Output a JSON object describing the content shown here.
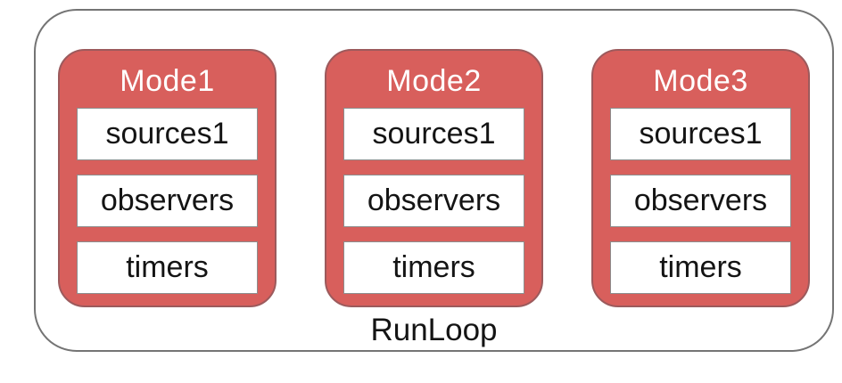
{
  "diagram": {
    "outer": {
      "label": "RunLoop"
    },
    "colors": {
      "mode_fill": "#d85f5c",
      "mode_border": "#9c5a5c",
      "item_border": "#8d8d8d",
      "outer_border": "#747474",
      "mode_title_text": "#ffffff",
      "item_text": "#141414"
    },
    "modes": [
      {
        "title": "Mode1",
        "items": [
          "sources1",
          "observers",
          "timers"
        ]
      },
      {
        "title": "Mode2",
        "items": [
          "sources1",
          "observers",
          "timers"
        ]
      },
      {
        "title": "Mode3",
        "items": [
          "sources1",
          "observers",
          "timers"
        ]
      }
    ]
  }
}
